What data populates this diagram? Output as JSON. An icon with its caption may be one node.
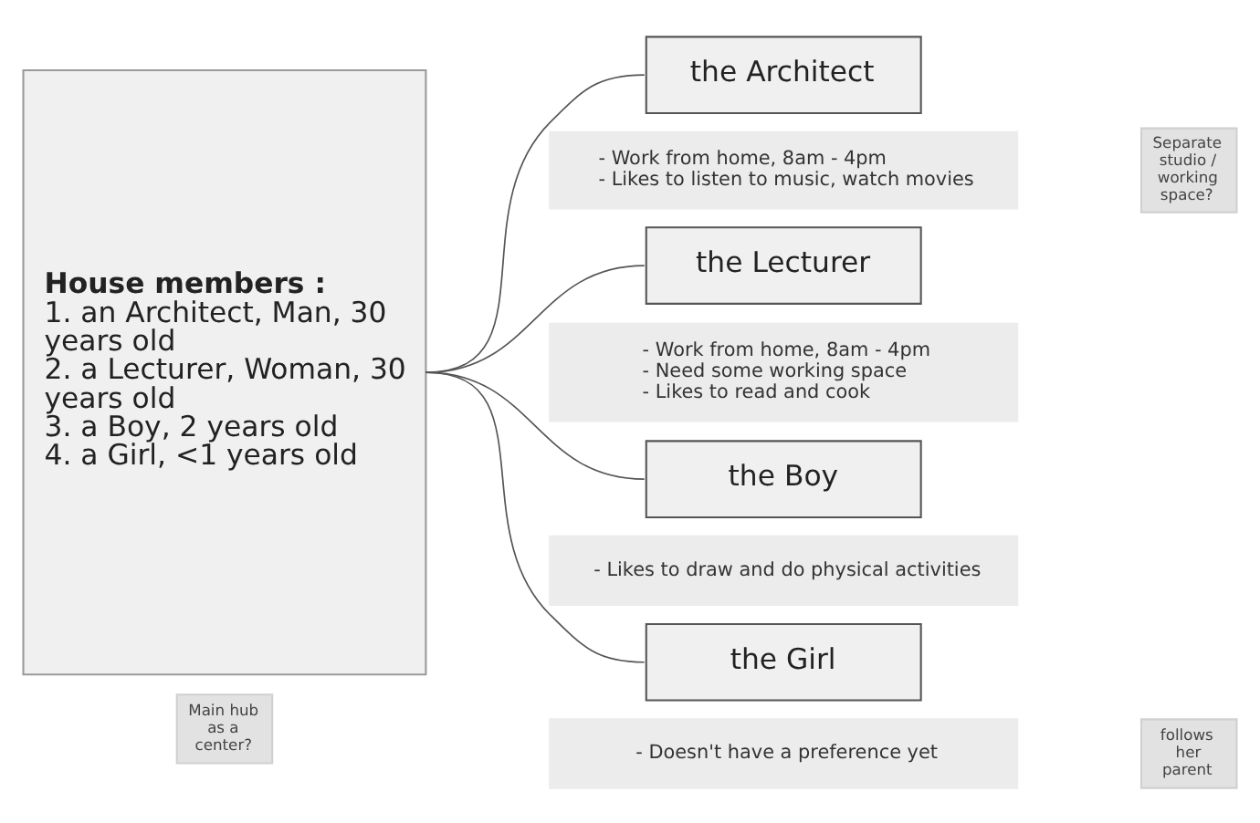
{
  "diagram": {
    "nodes": [
      {
        "text": [
          "House members :",
          "1. an Architect, Man, 30 years old",
          "2. a Lecturer, Woman, 30 years old",
          "3. a Boy, 2 years old",
          "4. a Girl, <1 years old"
        ]
      },
      {
        "text": [
          "Main hub as a center?"
        ]
      },
      {
        "text": [
          "the Architect"
        ]
      },
      {
        "text": [
          "- Work from home, 8am - 4pm",
          "- Likes to listen to music, watch movies"
        ]
      },
      {
        "text": [
          "Separate studio / working space?"
        ]
      },
      {
        "text": [
          "the Lecturer"
        ]
      },
      {
        "text": [
          "- Work from home, 8am - 4pm",
          "- Need some working space",
          "- Likes to read and cook"
        ]
      },
      {
        "text": [
          "the Boy"
        ]
      },
      {
        "text": [
          "- Likes to draw and do physical activities"
        ]
      },
      {
        "text": [
          "the Girl"
        ]
      },
      {
        "text": [
          "- Doesn't have a preference yet"
        ]
      },
      {
        "text": [
          "follows her parent"
        ]
      }
    ],
    "edges": [
      {
        "from": 0,
        "to": 2,
        "arrow": "none"
      },
      {
        "from": 0,
        "to": 5,
        "arrow": "none"
      },
      {
        "from": 0,
        "to": 7,
        "arrow": "none"
      },
      {
        "from": 0,
        "to": 9,
        "arrow": "none"
      }
    ]
  }
}
